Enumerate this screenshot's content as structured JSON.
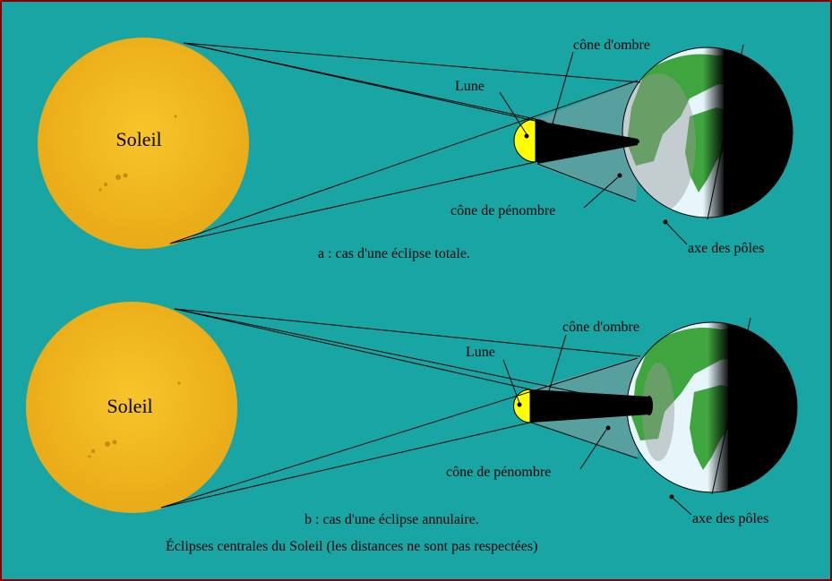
{
  "colors": {
    "background": "#1aa5a5",
    "sun": "#f2b81a",
    "moon_lit": "#ffff00",
    "earth_ocean": "#e6f6fb",
    "earth_land": "#3fa53f",
    "night": "#000000",
    "penumbra": "#bdbdbd"
  },
  "panel_a": {
    "sun_label": "Soleil",
    "moon_label": "Lune",
    "umbra_label": "cône d'ombre",
    "penumbra_label": "cône de pénombre",
    "axis_label": "axe des pôles",
    "caption": "a : cas d'une éclipse totale."
  },
  "panel_b": {
    "sun_label": "Soleil",
    "moon_label": "Lune",
    "umbra_label": "cône d'ombre",
    "penumbra_label": "cône de pénombre",
    "axis_label": "axe des pôles",
    "caption": "b : cas d'une éclipse annulaire."
  },
  "footer": {
    "title": "Éclipses centrales du Soleil (les distances ne sont pas respectées)"
  }
}
